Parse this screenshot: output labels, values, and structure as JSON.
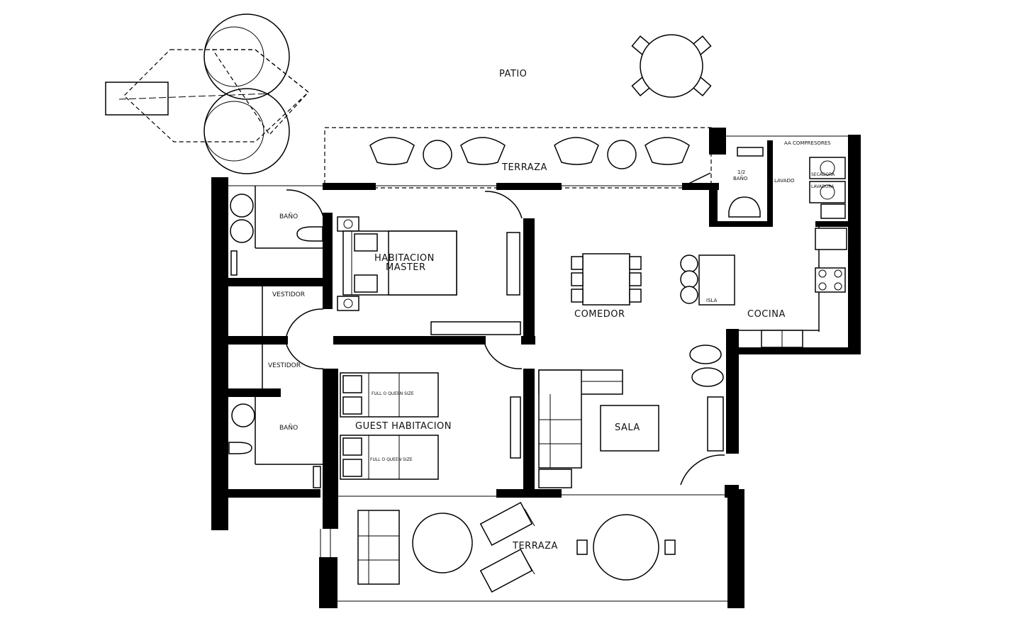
{
  "labels": {
    "patio": "PATIO",
    "terraza_top": "TERRAZA",
    "terraza_bottom": "TERRAZA",
    "bano_master": "BAÑO",
    "bano_guest": "BAÑO",
    "vestidor_master": "VESTIDOR",
    "vestidor_guest": "VESTIDOR",
    "habitacion_master_1": "HABITACION",
    "habitacion_master_2": "MASTER",
    "guest_habitacion": "GUEST HABITACION",
    "bed_1": "FULL O QUEEN SIZE",
    "bed_2": "FULL O QUEEN SIZE",
    "comedor": "COMEDOR",
    "isla": "ISLA",
    "cocina": "COCINA",
    "sala": "SALA",
    "half_bath_1": "1/2",
    "half_bath_2": "BAÑO",
    "lavado": "LAVADO",
    "aa_compresores": "AA COMPRESORES",
    "secadora": "SECADORA",
    "lavadora": "LAVADORA"
  }
}
